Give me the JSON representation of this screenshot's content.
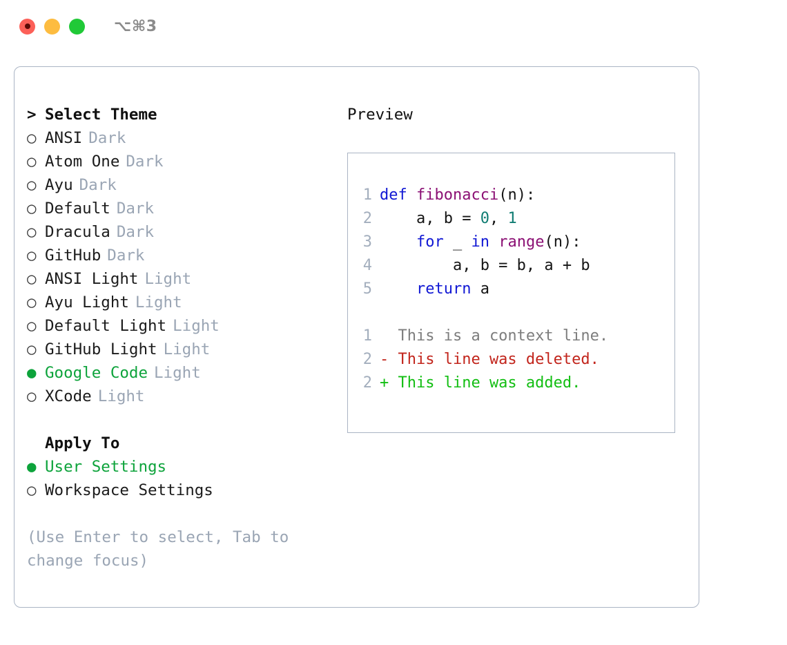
{
  "window": {
    "shortcut": "⌥⌘3",
    "traffic_lights": [
      {
        "name": "close",
        "color": "#fc6058"
      },
      {
        "name": "minimize",
        "color": "#fdbc40"
      },
      {
        "name": "zoom",
        "color": "#20c937"
      }
    ]
  },
  "colors": {
    "accent_green": "#0da33b",
    "muted_gray": "#9aa5b4",
    "border": "#aab4c4",
    "keyword": "#1118d4",
    "function": "#8b1074",
    "number": "#0f7c72",
    "diff_added": "#12be12",
    "diff_removed": "#c2251c",
    "diff_context": "#7d7d7d"
  },
  "theme_list": {
    "heading": "Select Theme",
    "heading_marker": ">",
    "marker_selected": "●",
    "marker_unselected": "○",
    "items": [
      {
        "label": "ANSI",
        "badge": "Dark",
        "selected": false
      },
      {
        "label": "Atom One",
        "badge": "Dark",
        "selected": false
      },
      {
        "label": "Ayu",
        "badge": "Dark",
        "selected": false
      },
      {
        "label": "Default",
        "badge": "Dark",
        "selected": false
      },
      {
        "label": "Dracula",
        "badge": "Dark",
        "selected": false
      },
      {
        "label": "GitHub",
        "badge": "Dark",
        "selected": false
      },
      {
        "label": "ANSI Light",
        "badge": "Light",
        "selected": false
      },
      {
        "label": "Ayu Light",
        "badge": "Light",
        "selected": false
      },
      {
        "label": "Default Light",
        "badge": "Light",
        "selected": false
      },
      {
        "label": "GitHub Light",
        "badge": "Light",
        "selected": false
      },
      {
        "label": "Google Code",
        "badge": "Light",
        "selected": true
      },
      {
        "label": "XCode",
        "badge": "Light",
        "selected": false
      }
    ]
  },
  "apply_to": {
    "heading": "Apply To",
    "items": [
      {
        "label": "User Settings",
        "selected": true
      },
      {
        "label": "Workspace Settings",
        "selected": false
      }
    ]
  },
  "hint": "(Use Enter to select, Tab to change focus)",
  "preview": {
    "heading": "Preview",
    "code_lines": [
      {
        "number": "1",
        "tokens": [
          {
            "text": "def ",
            "kind": "keyword"
          },
          {
            "text": "fibonacci",
            "kind": "function"
          },
          {
            "text": "(n):",
            "kind": "plain"
          }
        ]
      },
      {
        "number": "2",
        "tokens": [
          {
            "text": "    a, b = ",
            "kind": "plain"
          },
          {
            "text": "0",
            "kind": "number"
          },
          {
            "text": ", ",
            "kind": "plain"
          },
          {
            "text": "1",
            "kind": "number"
          }
        ]
      },
      {
        "number": "3",
        "tokens": [
          {
            "text": "    ",
            "kind": "plain"
          },
          {
            "text": "for",
            "kind": "keyword"
          },
          {
            "text": " _ ",
            "kind": "plain"
          },
          {
            "text": "in",
            "kind": "keyword"
          },
          {
            "text": " ",
            "kind": "plain"
          },
          {
            "text": "range",
            "kind": "function"
          },
          {
            "text": "(n):",
            "kind": "plain"
          }
        ]
      },
      {
        "number": "4",
        "tokens": [
          {
            "text": "        a, b = b, a + b",
            "kind": "plain"
          }
        ]
      },
      {
        "number": "5",
        "tokens": [
          {
            "text": "    ",
            "kind": "plain"
          },
          {
            "text": "return",
            "kind": "keyword"
          },
          {
            "text": " a",
            "kind": "plain"
          }
        ]
      }
    ],
    "diff_lines": [
      {
        "number": "1",
        "sign": " ",
        "text": "This is a context line.",
        "kind": "context"
      },
      {
        "number": "2",
        "sign": "-",
        "text": "This line was deleted.",
        "kind": "removed"
      },
      {
        "number": "2",
        "sign": "+",
        "text": "This line was added.",
        "kind": "added"
      }
    ]
  }
}
